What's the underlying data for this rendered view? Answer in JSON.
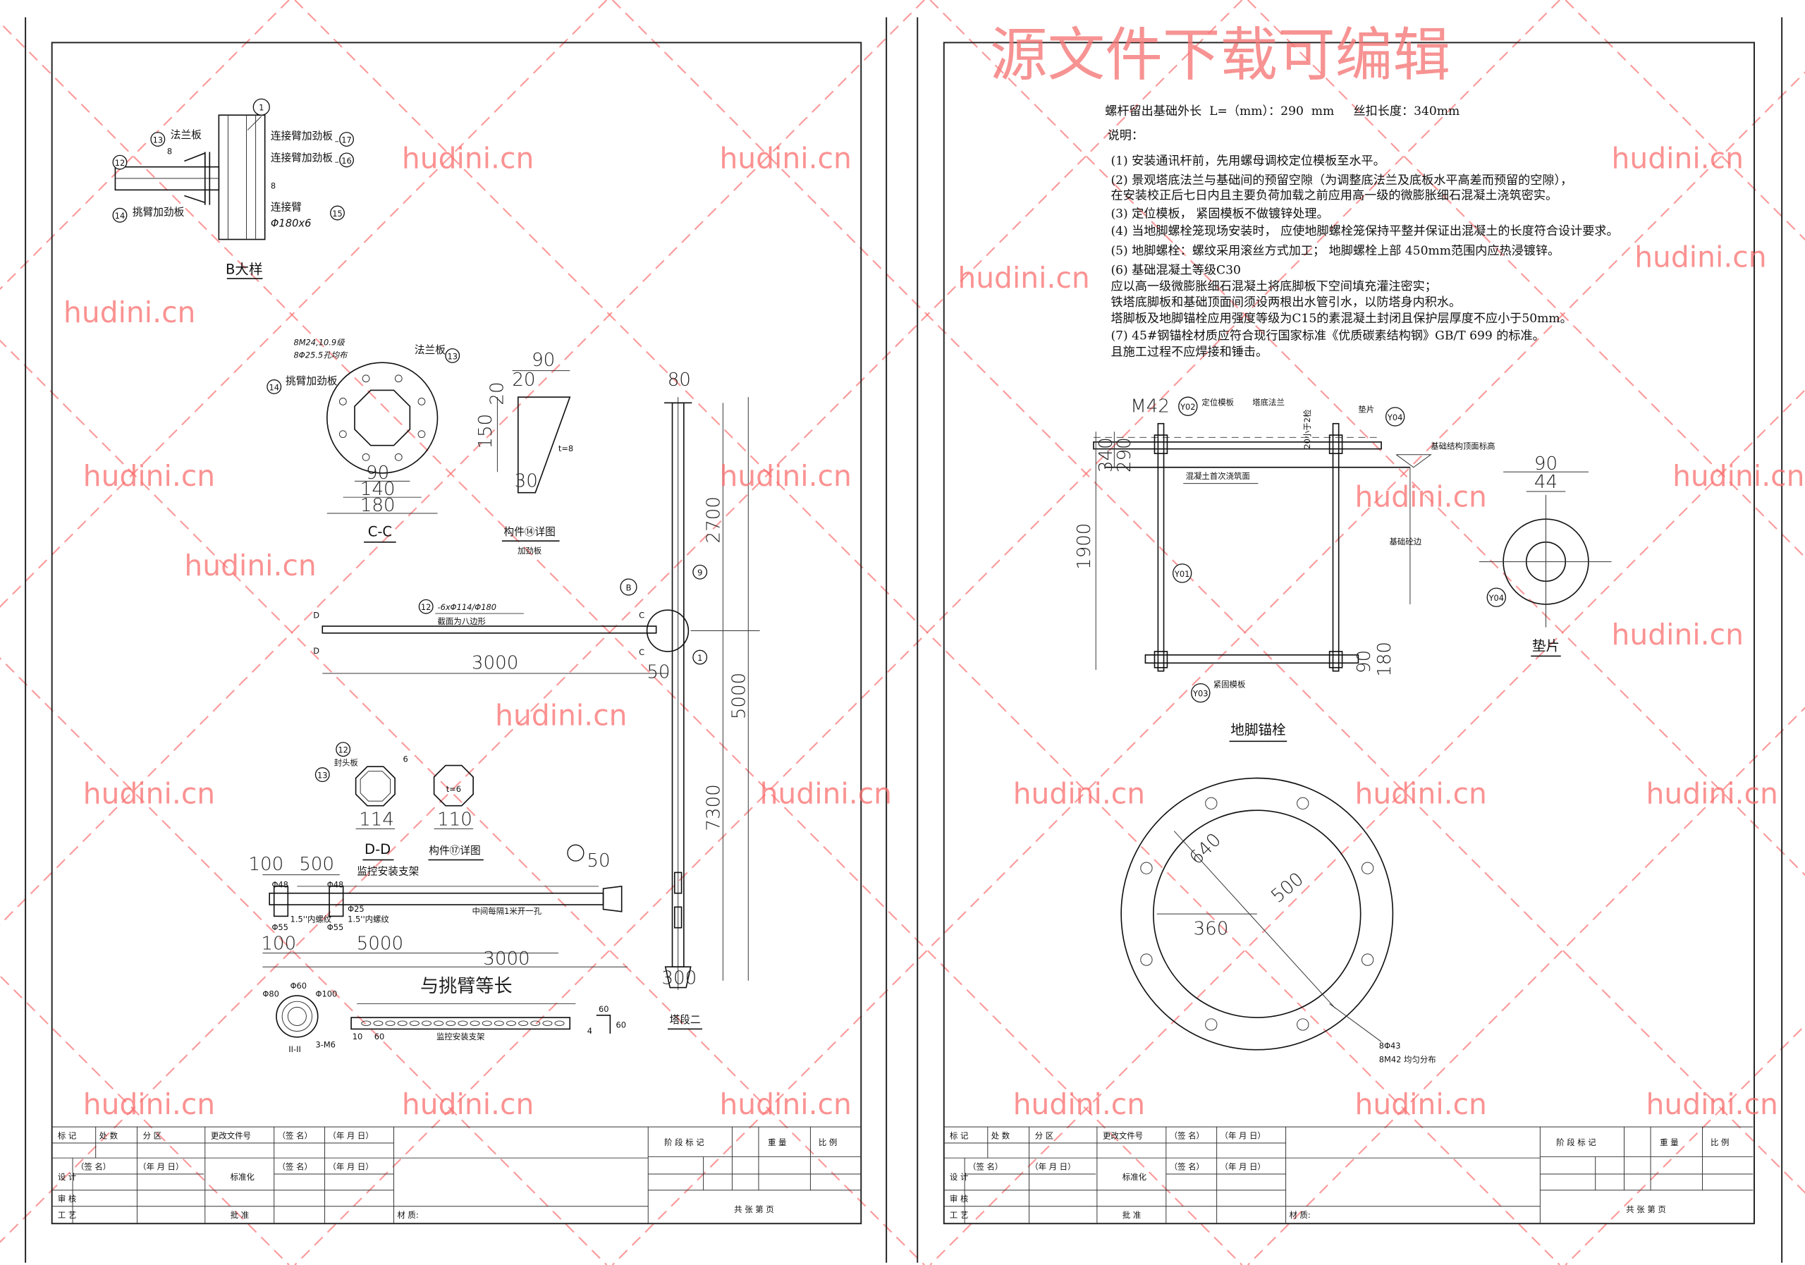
{
  "watermark": {
    "text": "hudini.cn",
    "header": "源文件下载可编辑",
    "color": "#f57878"
  },
  "left_sheet": {
    "b_detail": {
      "title": "B大样",
      "labels": [
        "法兰板",
        "连接臂加劲板",
        "连接臂加劲板",
        "挑臂加劲板",
        "连接臂",
        "Φ180x6",
        "8",
        "8"
      ],
      "callouts": [
        "1",
        "13",
        "12",
        "17",
        "16",
        "14",
        "15"
      ]
    },
    "cc_section": {
      "title": "C-C",
      "bolt_note_1": "8M24,10.9级",
      "bolt_note_2": "8Φ25.5孔均布",
      "flange_label": "法兰板",
      "stiffener_label": "挑臂加劲板",
      "callouts": [
        "13",
        "14"
      ],
      "dims": [
        "90",
        "140",
        "180"
      ]
    },
    "part14": {
      "title": "构件⑭详图",
      "subtitle": "加劲板",
      "dims": [
        "90",
        "20",
        "20",
        "150",
        "30"
      ],
      "thickness": "t=8"
    },
    "pole": {
      "title": "塔段二",
      "dims": [
        "80",
        "2700",
        "5000",
        "7300",
        "3000",
        "50",
        "300"
      ],
      "arm_label_1": "-6xΦ114/Φ180",
      "arm_label_2": "截面为八边形",
      "callouts": [
        "B",
        "12",
        "9",
        "1"
      ],
      "section_marks": [
        "D",
        "D",
        "C",
        "C"
      ]
    },
    "dd_section": {
      "title": "D-D",
      "label": "封头板",
      "dim": "114",
      "plate": "6",
      "callouts": [
        "12",
        "13"
      ]
    },
    "part17": {
      "title": "构件⑰详图",
      "thickness": "t=6",
      "dim": "110"
    },
    "bracket": {
      "label": "监控安装支架",
      "hole_note": "中间每隔1米开一孔",
      "thread_note": "1.5''内螺纹",
      "dims": [
        "100",
        "500",
        "Φ48",
        "Φ48",
        "Φ25",
        "Φ55",
        "Φ55",
        "5000",
        "3000",
        "100",
        "50"
      ],
      "equal_length": "与挑臂等长",
      "section_title": "II-II",
      "section_dims": [
        "Φ80",
        "Φ60",
        "Φ100",
        "3-M6"
      ],
      "plate_label": "监控安装支架",
      "plate_dims": [
        "60",
        "10",
        "60",
        "60",
        "4"
      ]
    }
  },
  "right_sheet": {
    "spec_line": "螺杆留出基础外长  L=（mm）：290  mm     丝扣长度：340mm",
    "notes_title": "说明：",
    "notes": [
      "(1)  安装通讯杆前，先用螺母调校定位模板至水平。",
      "(2)  景观塔底法兰与基础间的预留空隙（为调整底法兰及底板水平高差而预留的空隙），",
      "      在安装校正后七日内且主要负荷加载之前应用高一级的微膨胀细石混凝土浇筑密实。",
      "(3)  定位模板， 紧固模板不做镀锌处理。",
      "(4)  当地脚螺栓笼现场安装时， 应使地脚螺栓笼保持平整并保证出混凝土的长度符合设计要求。",
      "(5)  地脚螺栓：螺纹采用滚丝方式加工； 地脚螺栓上部 450mm范围内应热浸镀锌。",
      "(6)  基础混凝土等级C30",
      "      应以高一级微膨胀细石混凝土将底脚板下空间填充灌注密实；",
      "      铁塔底脚板和基础顶面间须设两根出水管引水，以防塔身内积水。",
      "      塔脚板及地脚锚栓应用强度等级为C15的素混凝土封闭且保护层厚度不应小于50mm。",
      "(7)  45#钢锚栓材质应符合现行国家标准《优质碳素结构钢》GB/T 699 的标准。",
      "      且施工过程不应焊接和锤击。"
    ],
    "anchor": {
      "title": "地脚锚栓",
      "bolt": "M42",
      "labels": [
        "定位模板",
        "塔底法兰",
        "垫片",
        "基础结构顶面标高",
        "混凝土首次浇筑面",
        "基础砼边",
        "紧固模板"
      ],
      "gap_note": "20小于2检",
      "callouts": [
        "Y02",
        "Y04",
        "Y01",
        "Y03"
      ],
      "dims": [
        "340",
        "290",
        "1900",
        "90",
        "180"
      ]
    },
    "washer": {
      "title": "垫片",
      "dims": [
        "90",
        "44"
      ],
      "callout": "Y04"
    },
    "flange": {
      "dims": [
        "640",
        "500",
        "360"
      ],
      "note_1": "8Φ43",
      "note_2": "8M42 均匀分布"
    }
  },
  "title_block": {
    "row1": [
      "标 记",
      "处 数",
      "分 区",
      "更改文件号",
      "（签 名）",
      "（年 月 日）"
    ],
    "design": "设 计",
    "sign": "（签 名）",
    "date": "（年 月 日）",
    "standardize": "标准化",
    "sign2": "（签 名）",
    "date2": "（年 月 日）",
    "review": "审 核",
    "process": "工 艺",
    "approve": "批 准",
    "material": "材 质:",
    "stage": "阶 段 标 记",
    "weight": "重 量",
    "scale": "比 例",
    "pages": "共      张      第      页"
  }
}
